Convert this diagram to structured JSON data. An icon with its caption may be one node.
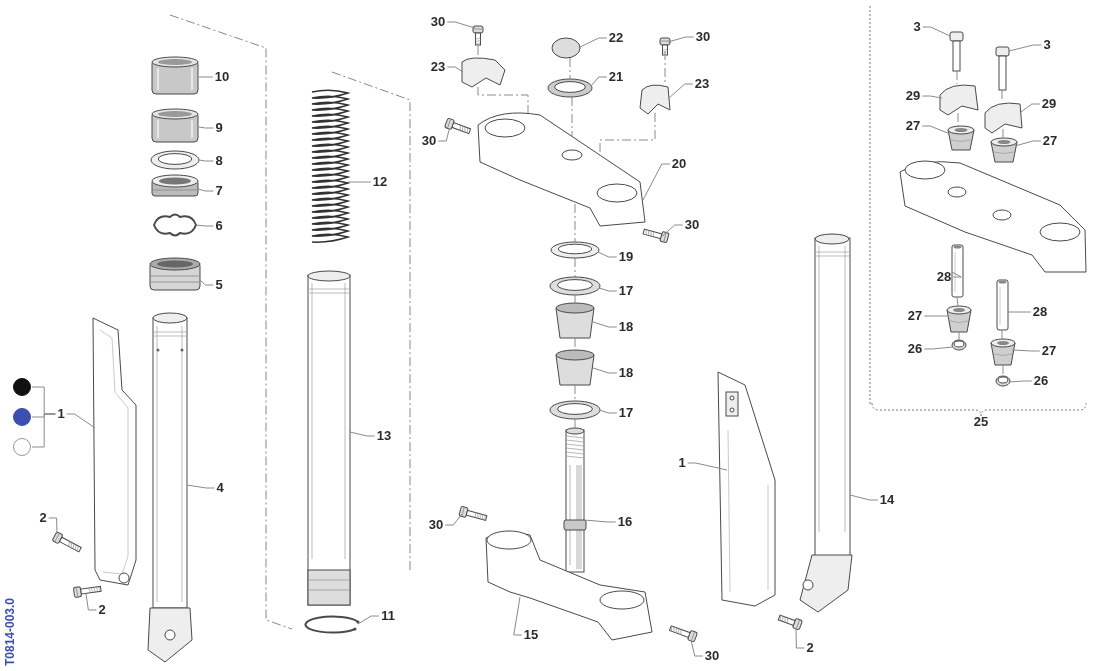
{
  "diagram": {
    "nodes": [
      {
        "text": [
          "10"
        ]
      },
      {
        "text": [
          "9"
        ]
      },
      {
        "text": [
          "8"
        ]
      },
      {
        "text": [
          "7"
        ]
      },
      {
        "text": [
          "6"
        ]
      },
      {
        "text": [
          "5"
        ]
      },
      {
        "text": [],
        "shape": "circle"
      },
      {
        "text": [],
        "shape": "circle"
      },
      {
        "text": [],
        "shape": "circle"
      },
      {
        "text": [
          "1"
        ]
      },
      {
        "text": [
          "4"
        ]
      },
      {
        "text": [
          "2"
        ]
      },
      {
        "text": [
          "2"
        ]
      },
      {
        "text": [
          "12"
        ]
      },
      {
        "text": [
          "13"
        ]
      },
      {
        "text": [
          "11"
        ]
      },
      {
        "text": [
          "30"
        ]
      },
      {
        "text": [
          "22"
        ]
      },
      {
        "text": [
          "30"
        ]
      },
      {
        "text": [
          "23"
        ]
      },
      {
        "text": [
          "21"
        ]
      },
      {
        "text": [
          "23"
        ]
      },
      {
        "text": [
          "30"
        ]
      },
      {
        "text": [
          "20"
        ]
      },
      {
        "text": [
          "30"
        ]
      },
      {
        "text": [
          "19"
        ]
      },
      {
        "text": [
          "17"
        ]
      },
      {
        "text": [
          "18"
        ]
      },
      {
        "text": [
          "18"
        ]
      },
      {
        "text": [
          "17"
        ]
      },
      {
        "text": [
          "16"
        ]
      },
      {
        "text": [
          "30"
        ]
      },
      {
        "text": [
          "15"
        ]
      },
      {
        "text": [
          "30"
        ]
      },
      {
        "text": [
          "1"
        ]
      },
      {
        "text": [
          "14"
        ]
      },
      {
        "text": [
          "2"
        ]
      },
      {
        "text": [
          "3"
        ]
      },
      {
        "text": [
          "3"
        ]
      },
      {
        "text": [
          "29"
        ]
      },
      {
        "text": [
          "29"
        ]
      },
      {
        "text": [
          "27"
        ]
      },
      {
        "text": [
          "27"
        ]
      },
      {
        "text": [
          "28"
        ]
      },
      {
        "text": [
          "27"
        ]
      },
      {
        "text": [
          "28"
        ]
      },
      {
        "text": [
          "26"
        ]
      },
      {
        "text": [
          "27"
        ]
      },
      {
        "text": [
          "26"
        ]
      },
      {
        "text": [],
        "shape": "picture"
      },
      {
        "text": [],
        "shape": "picture"
      },
      {
        "text": [],
        "shape": "picture"
      },
      {
        "text": [],
        "shape": "picture"
      },
      {
        "text": [],
        "shape": "picture"
      },
      {
        "text": [],
        "shape": "picture"
      },
      {
        "text": [],
        "shape": "picture"
      },
      {
        "text": [],
        "shape": "picture"
      },
      {
        "text": [],
        "shape": "picture"
      },
      {
        "text": [],
        "shape": "picture"
      },
      {
        "text": [],
        "shape": "picture"
      },
      {
        "text": [],
        "shape": "picture"
      },
      {
        "text": [],
        "shape": "picture"
      },
      {
        "text": [],
        "shape": "picture"
      },
      {
        "text": [],
        "shape": "picture"
      },
      {
        "text": [],
        "shape": "picture"
      },
      {
        "text": [],
        "shape": "picture"
      },
      {
        "text": [],
        "shape": "picture"
      },
      {
        "text": [],
        "shape": "picture"
      },
      {
        "text": [],
        "shape": "picture"
      },
      {
        "text": [],
        "shape": "picture"
      },
      {
        "text": [],
        "shape": "picture"
      },
      {
        "text": [],
        "shape": "picture"
      },
      {
        "text": [],
        "shape": "picture"
      },
      {
        "text": [],
        "shape": "picture"
      },
      {
        "text": [],
        "shape": "picture"
      },
      {
        "text": [],
        "shape": "picture"
      },
      {
        "text": [],
        "shape": "picture"
      },
      {
        "text": [],
        "shape": "picture"
      },
      {
        "text": [],
        "shape": "picture"
      },
      {
        "text": [],
        "shape": "picture"
      },
      {
        "text": [],
        "shape": "picture"
      },
      {
        "text": [],
        "shape": "picture"
      },
      {
        "text": [],
        "shape": "picture"
      },
      {
        "text": [],
        "shape": "picture"
      },
      {
        "text": [],
        "shape": "picture"
      },
      {
        "text": [],
        "shape": "picture"
      },
      {
        "text": [],
        "shape": "picture"
      },
      {
        "text": [],
        "shape": "picture"
      },
      {
        "text": [],
        "shape": "picture"
      },
      {
        "text": [],
        "shape": "picture"
      },
      {
        "text": [],
        "shape": "picture"
      },
      {
        "text": [],
        "shape": "picture"
      },
      {
        "text": [],
        "shape": "picture"
      },
      {
        "text": [],
        "shape": "picture"
      },
      {
        "text": [],
        "shape": "picture"
      }
    ],
    "edges": [
      {
        "from": 0,
        "to": 49,
        "arrow": "none"
      },
      {
        "from": 1,
        "to": 50,
        "arrow": "none"
      },
      {
        "from": 2,
        "to": 51,
        "arrow": "none"
      },
      {
        "from": 3,
        "to": 52,
        "arrow": "none"
      },
      {
        "from": 4,
        "to": 53,
        "arrow": "none"
      },
      {
        "from": 5,
        "to": 54,
        "arrow": "none"
      },
      {
        "from": 9,
        "to": 55,
        "arrow": "none"
      },
      {
        "from": 10,
        "to": 56,
        "arrow": "none"
      },
      {
        "from": 11,
        "to": 57,
        "arrow": "none"
      },
      {
        "from": 12,
        "to": 58,
        "arrow": "none"
      },
      {
        "from": 13,
        "to": 59,
        "arrow": "none"
      },
      {
        "from": 14,
        "to": 60,
        "arrow": "none"
      },
      {
        "from": 15,
        "to": 61,
        "arrow": "none"
      },
      {
        "from": 16,
        "to": 62,
        "arrow": "none"
      },
      {
        "from": 17,
        "to": 63,
        "arrow": "none"
      },
      {
        "from": 18,
        "to": 64,
        "arrow": "none"
      },
      {
        "from": 19,
        "to": 65,
        "arrow": "none"
      },
      {
        "from": 20,
        "to": 66,
        "arrow": "none"
      },
      {
        "from": 21,
        "to": 67,
        "arrow": "none"
      },
      {
        "from": 22,
        "to": 68,
        "arrow": "none"
      },
      {
        "from": 23,
        "to": 69,
        "arrow": "none"
      },
      {
        "from": 24,
        "to": 70,
        "arrow": "none"
      },
      {
        "from": 25,
        "to": 71,
        "arrow": "none"
      },
      {
        "from": 26,
        "to": 72,
        "arrow": "none"
      },
      {
        "from": 27,
        "to": 73,
        "arrow": "none"
      },
      {
        "from": 28,
        "to": 74,
        "arrow": "none"
      },
      {
        "from": 29,
        "to": 75,
        "arrow": "none"
      },
      {
        "from": 30,
        "to": 76,
        "arrow": "none"
      },
      {
        "from": 31,
        "to": 77,
        "arrow": "none"
      },
      {
        "from": 32,
        "to": 78,
        "arrow": "none"
      },
      {
        "from": 33,
        "to": 79,
        "arrow": "none"
      },
      {
        "from": 34,
        "to": 80,
        "arrow": "none"
      },
      {
        "from": 35,
        "to": 81,
        "arrow": "none"
      },
      {
        "from": 36,
        "to": 82,
        "arrow": "none"
      },
      {
        "from": 37,
        "to": 83,
        "arrow": "none"
      },
      {
        "from": 38,
        "to": 84,
        "arrow": "none"
      },
      {
        "from": 39,
        "to": 85,
        "arrow": "none"
      },
      {
        "from": 40,
        "to": 86,
        "arrow": "none"
      },
      {
        "from": 41,
        "to": 87,
        "arrow": "none"
      },
      {
        "from": 42,
        "to": 88,
        "arrow": "none"
      },
      {
        "from": 43,
        "to": 89,
        "arrow": "none"
      },
      {
        "from": 44,
        "to": 90,
        "arrow": "none"
      },
      {
        "from": 45,
        "to": 91,
        "arrow": "none"
      },
      {
        "from": 46,
        "to": 92,
        "arrow": "none"
      },
      {
        "from": 47,
        "to": 93,
        "arrow": "none"
      },
      {
        "from": 48,
        "to": 94,
        "arrow": "none"
      },
      {
        "from": 6,
        "to": 9,
        "arrow": "none"
      },
      {
        "from": 7,
        "to": 9,
        "arrow": "none"
      },
      {
        "from": 8,
        "to": 9,
        "arrow": "none"
      },
      {
        "from": 62,
        "to": 65,
        "arrow": "none",
        "style": "dashed"
      },
      {
        "from": 65,
        "to": 69,
        "arrow": "none",
        "style": "dashed"
      },
      {
        "from": 64,
        "to": 67,
        "arrow": "none",
        "style": "dashed"
      },
      {
        "from": 67,
        "to": 69,
        "arrow": "none",
        "style": "dashed"
      },
      {
        "from": 63,
        "to": 66,
        "arrow": "none",
        "style": "dashed"
      },
      {
        "from": 66,
        "to": 69,
        "arrow": "none",
        "style": "dashed"
      },
      {
        "from": 69,
        "to": 71,
        "arrow": "none",
        "style": "dashed"
      },
      {
        "from": 71,
        "to": 72,
        "arrow": "none",
        "style": "dashed"
      },
      {
        "from": 72,
        "to": 73,
        "arrow": "none",
        "style": "dashed"
      },
      {
        "from": 73,
        "to": 74,
        "arrow": "none",
        "style": "dashed"
      },
      {
        "from": 74,
        "to": 75,
        "arrow": "none",
        "style": "dashed"
      },
      {
        "from": 75,
        "to": 76,
        "arrow": "none",
        "style": "dashed"
      },
      {
        "from": 83,
        "to": 85,
        "arrow": "none",
        "style": "dashed"
      },
      {
        "from": 85,
        "to": 87,
        "arrow": "none",
        "style": "dashed"
      },
      {
        "from": 84,
        "to": 86,
        "arrow": "none",
        "style": "dashed"
      },
      {
        "from": 86,
        "to": 88,
        "arrow": "none",
        "style": "dashed"
      },
      {
        "from": 89,
        "to": 90,
        "arrow": "none",
        "style": "dashed"
      },
      {
        "from": 90,
        "to": 92,
        "arrow": "none",
        "style": "dashed"
      },
      {
        "from": 91,
        "to": 93,
        "arrow": "none",
        "style": "dashed"
      },
      {
        "from": 93,
        "to": 94,
        "arrow": "none",
        "style": "dashed"
      }
    ],
    "labels": [
      "25",
      "T0814-003.0"
    ]
  }
}
